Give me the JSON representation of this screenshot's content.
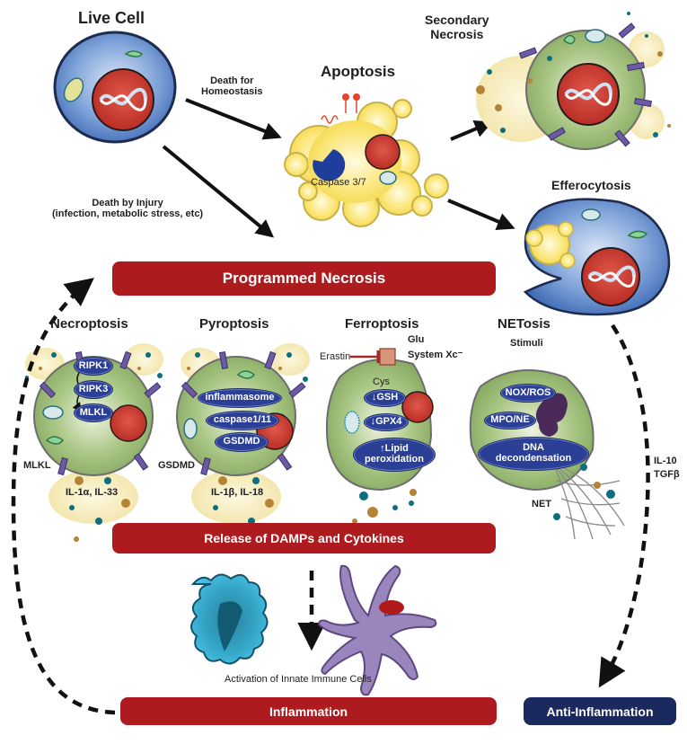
{
  "titles": {
    "live_cell": "Live Cell",
    "apoptosis": "Apoptosis",
    "secondary_necrosis_1": "Secondary",
    "secondary_necrosis_2": "Necrosis",
    "efferocytosis": "Efferocytosis",
    "necroptosis": "Necroptosis",
    "pyroptosis": "Pyroptosis",
    "ferroptosis": "Ferroptosis",
    "netosis": "NETosis"
  },
  "arrow_labels": {
    "homeostasis_1": "Death for",
    "homeostasis_2": "Homeostasis",
    "injury_1": "Death by Injury",
    "injury_2": "(infection, metabolic stress, etc)",
    "il10": "IL-10",
    "tgfb": "TGFβ",
    "activation": "Activation of Innate Immune Cells"
  },
  "banners": {
    "programmed_necrosis": "Programmed Necrosis",
    "release": "Release of DAMPs and Cytokines",
    "inflammation": "Inflammation",
    "anti_inflammation": "Anti-Inflammation"
  },
  "apoptosis": {
    "caspase": "Caspase 3/7"
  },
  "necroptosis": {
    "steps": [
      "RIPK1",
      "RIPK3",
      "MLKL"
    ],
    "pore_label": "MLKL",
    "cytokines": "IL-1α, IL-33"
  },
  "pyroptosis": {
    "steps": [
      "inflammasome",
      "caspase1/11",
      "GSDMD"
    ],
    "pore_label": "GSDMD",
    "cytokines": "IL-1β, IL-18"
  },
  "ferroptosis": {
    "inhibitor": "Erastin",
    "glu": "Glu",
    "system": "System Xc⁻",
    "cys": "Cys",
    "steps": [
      "↓GSH",
      "↓GPX4",
      "↑Lipid peroxidation"
    ]
  },
  "netosis": {
    "stimuli": "Stimuli",
    "steps": [
      "NOX/ROS",
      "MPO/NE",
      "DNA decondensation"
    ],
    "net_label": "NET"
  },
  "colors": {
    "banner_red": "#ae1b1f",
    "banner_navy": "#1b2a5e",
    "live_cell_blue": "#5d86c8",
    "nucleus_red": "#c7342b",
    "apoptotic_yellow": "#f7dc55",
    "necrotic_green": "#8fb36a",
    "pill_blue": "#2c3f96",
    "dot_teal": "#0d6e7f",
    "dot_brown": "#b58338"
  }
}
